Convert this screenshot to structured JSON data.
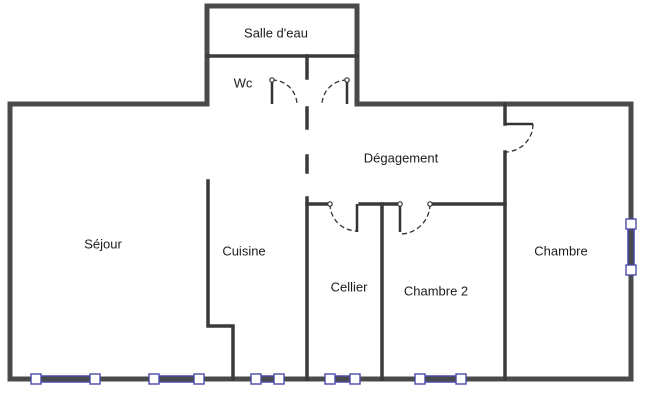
{
  "rooms": {
    "salle_deau": "Salle d'eau",
    "wc": "Wc",
    "degagement": "Dégagement",
    "sejour": "Séjour",
    "cuisine": "Cuisine",
    "cellier": "Cellier",
    "chambre_2": "Chambre 2",
    "chambre": "Chambre"
  },
  "colors": {
    "wall": "#4a4a4a",
    "window": "#4b4ba8",
    "background": "#ffffff"
  }
}
